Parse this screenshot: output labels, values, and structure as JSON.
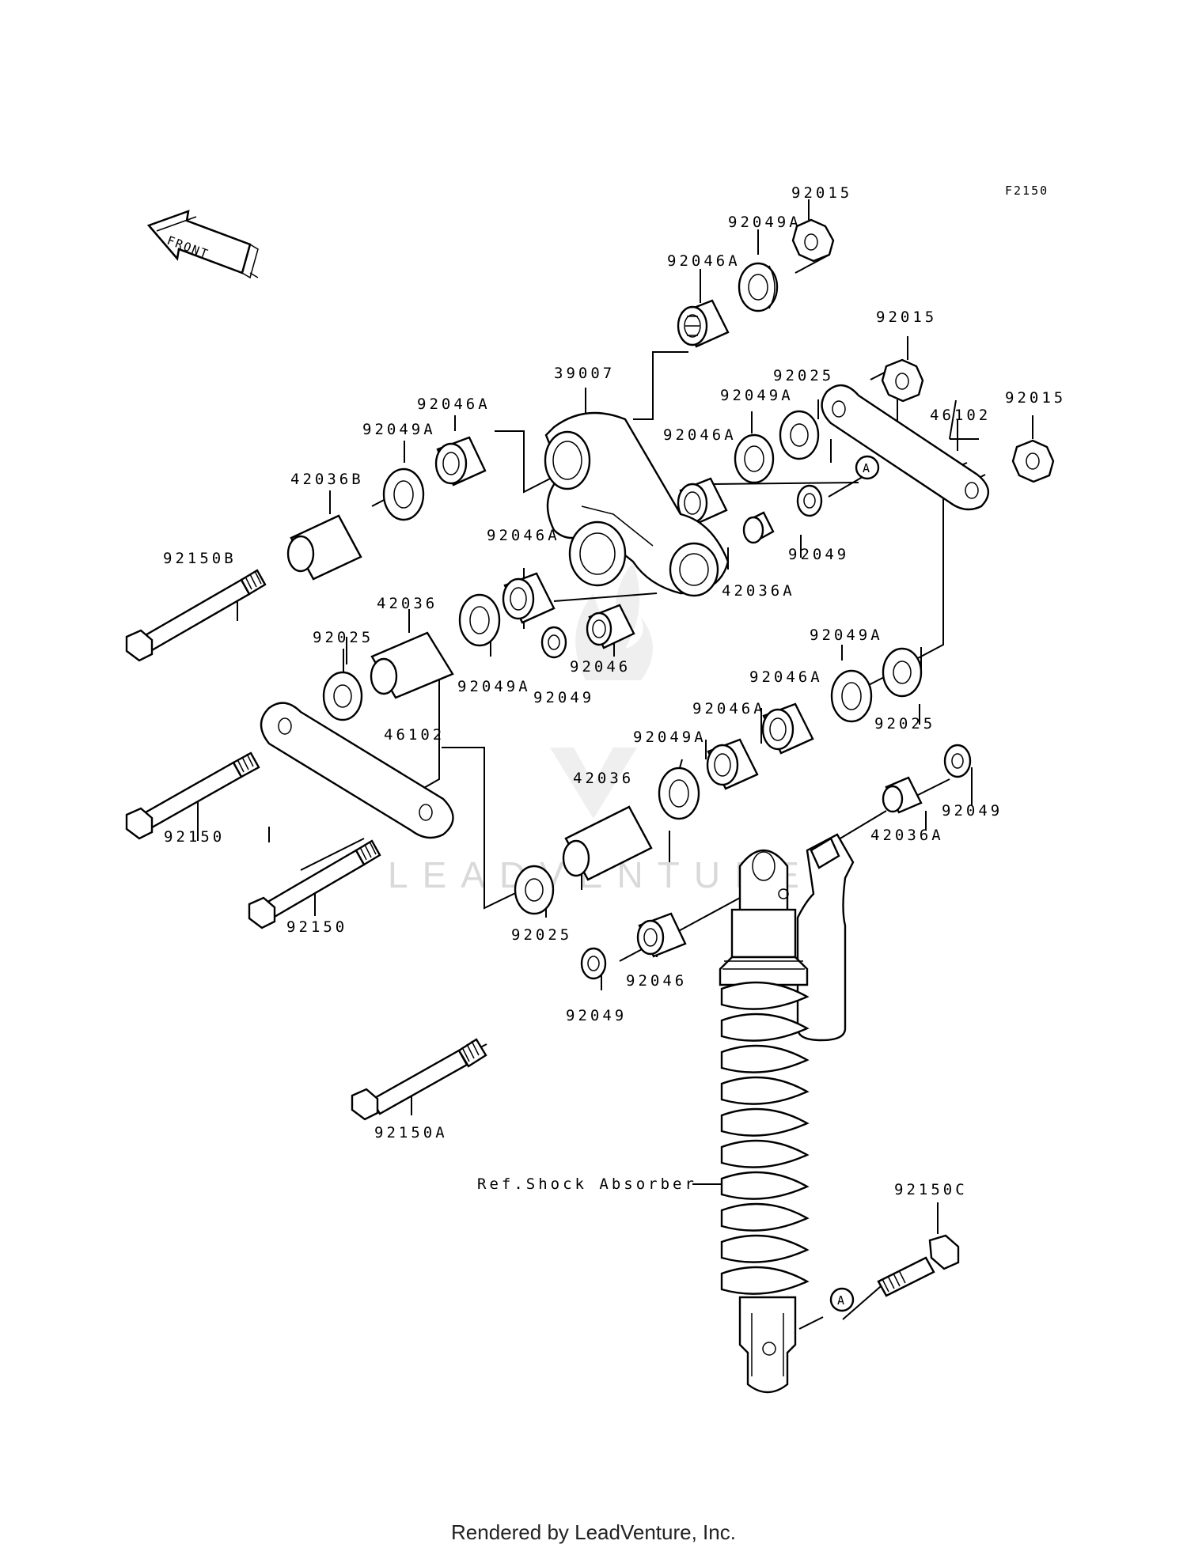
{
  "figure_code": "F2150",
  "front_label": "FRONT",
  "callout_a": "A",
  "watermark": "LEADVENTURE",
  "footer": "Rendered by LeadVenture, Inc.",
  "ref_label": "Ref.Shock Absorber",
  "labels": {
    "p92015_top": "92015",
    "p92049A_top": "92049A",
    "p92046A_top": "92046A",
    "p92015_mid": "92015",
    "p92015_right": "92015",
    "p39007": "39007",
    "p92025_top": "92025",
    "p46102_right": "46102",
    "p92046A_left": "92046A",
    "p92049A_midtop": "92049A",
    "p92049A_left": "92049A",
    "p92046A_mid": "92046A",
    "p42036B": "42036B",
    "p92049_mid": "92049",
    "p92150B": "92150B",
    "p92046A_lower": "92046A",
    "p42036A_mid": "42036A",
    "p42036": "42036",
    "p92025_left": "92025",
    "p92046_mid": "92046",
    "p92049A_lowleft": "92049A",
    "p92049_center": "92049",
    "p92049A_right": "92049A",
    "p92046A_right": "92046A",
    "p92025_right": "92025",
    "p46102_left": "46102",
    "p92046A_low": "92046A",
    "p92049A_low": "92049A",
    "p42036_low": "42036",
    "p92150_a": "92150",
    "p92049_right": "92049",
    "p42036A_low": "42036A",
    "p92150_b": "92150",
    "p92025_low": "92025",
    "p92046_low": "92046",
    "p92049_low": "92049",
    "p92150A": "92150A",
    "p92150C": "92150C"
  }
}
